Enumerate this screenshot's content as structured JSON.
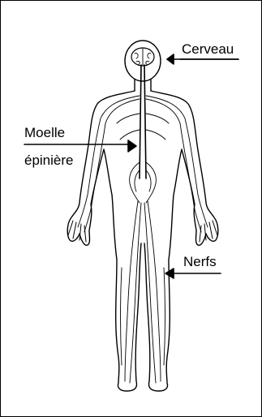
{
  "labels": {
    "brain": "Cerveau",
    "spinal_cord_line1": "Moelle",
    "spinal_cord_line2": "épinière",
    "nerves": "Nerfs"
  },
  "colors": {
    "ink": "#000000",
    "background": "#ffffff"
  }
}
